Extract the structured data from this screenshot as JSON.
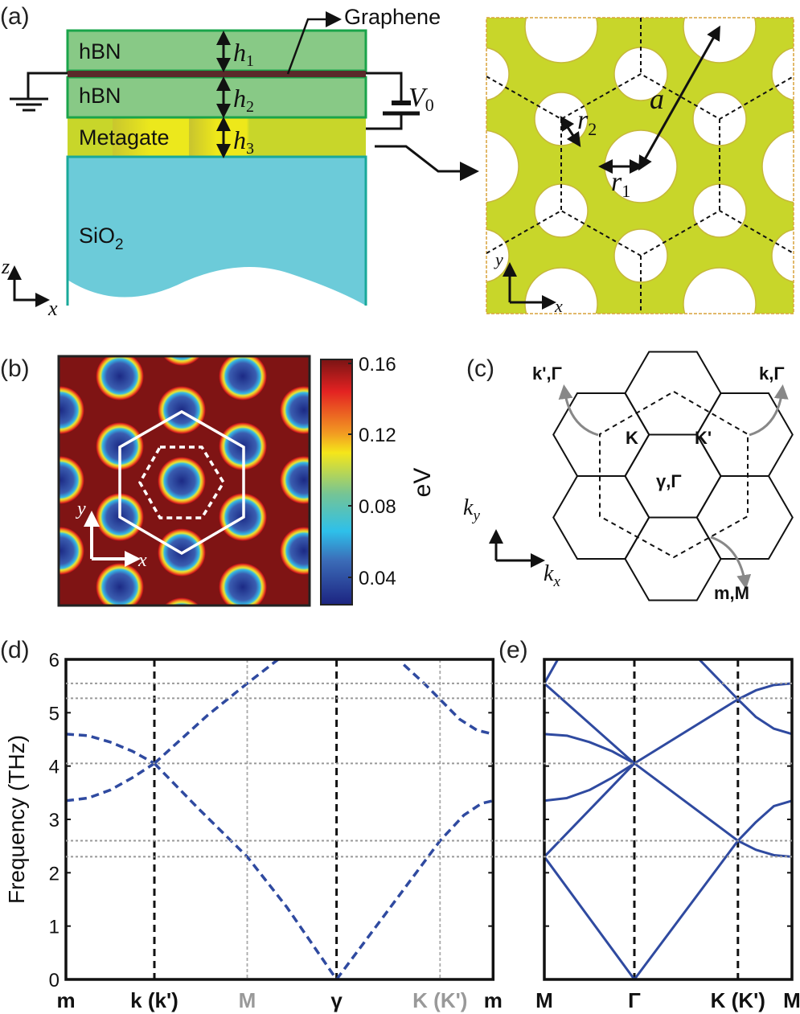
{
  "panels": {
    "a": "(a)",
    "b": "(b)",
    "c": "(c)",
    "d": "(d)",
    "e": "(e)"
  },
  "panel_a": {
    "layers": {
      "hbn_top": "hBN",
      "hbn_bottom": "hBN",
      "metagate": "Metagate",
      "substrate_base": "SiO",
      "substrate_sub": "2"
    },
    "graphene_label": "Graphene",
    "heights": [
      {
        "base": "h",
        "sub": "1"
      },
      {
        "base": "h",
        "sub": "2"
      },
      {
        "base": "h",
        "sub": "3"
      }
    ],
    "voltage": {
      "base": "V",
      "sub": "0"
    },
    "axes": {
      "z": "z",
      "x": "x"
    },
    "lattice": {
      "a": "a",
      "r1": {
        "base": "r",
        "sub": "1"
      },
      "r2": {
        "base": "r",
        "sub": "2"
      },
      "x": "x",
      "y": "y"
    },
    "colors": {
      "hbn": "#88c986",
      "hbn_border": "#1aa44a",
      "metagate": "#c8d62a",
      "sio2": "#6ccbd9",
      "graphene": "#5a2a2a"
    }
  },
  "panel_b": {
    "axes": {
      "x": "x",
      "y": "y"
    },
    "colorbar": {
      "unit": "eV",
      "ticks": [
        "0.16",
        "0.12",
        "0.08",
        "0.04"
      ],
      "range": [
        0.028,
        0.162
      ]
    }
  },
  "panel_c": {
    "labels": {
      "kp_gamma": "k',Γ",
      "k_gamma": "k,Γ",
      "K": "K",
      "Kp": "K'",
      "center": "γ,Γ",
      "m_M": "m,M"
    },
    "axes": {
      "ky_base": "k",
      "ky_sub": "y",
      "kx_base": "k",
      "kx_sub": "x"
    }
  },
  "chart_data": [
    {
      "type": "line",
      "panel": "d",
      "ylabel": "Frequency (THz)",
      "ylim": [
        0,
        6
      ],
      "yticks": [
        "0",
        "1",
        "2",
        "3",
        "4",
        "5",
        "6"
      ],
      "xlim": [
        0,
        4.83
      ],
      "xticks": [
        {
          "label": "m",
          "x": 0,
          "color": "#111111",
          "line": "none"
        },
        {
          "label": "k (k')",
          "x": 1,
          "color": "#111111",
          "line": "black-dashed"
        },
        {
          "label": "M",
          "x": 2.05,
          "color": "#999999",
          "line": "gray-dashed"
        },
        {
          "label": "γ",
          "x": 3.06,
          "color": "#111111",
          "line": "black-dashed"
        },
        {
          "label": "K (K')",
          "x": 4.23,
          "color": "#999999",
          "line": "gray-dashed"
        },
        {
          "label": "m",
          "x": 4.83,
          "color": "#111111",
          "line": "none"
        }
      ],
      "line_style": "dashed",
      "color": "#2f4aa0",
      "series": [
        {
          "name": "band-1",
          "points": [
            [
              0,
              4.6
            ],
            [
              0.25,
              4.57
            ],
            [
              0.5,
              4.45
            ],
            [
              0.75,
              4.28
            ],
            [
              1,
              4.05
            ]
          ]
        },
        {
          "name": "band-2",
          "points": [
            [
              0,
              3.35
            ],
            [
              0.25,
              3.4
            ],
            [
              0.5,
              3.55
            ],
            [
              0.75,
              3.78
            ],
            [
              1,
              4.05
            ]
          ]
        },
        {
          "name": "band-3",
          "points": [
            [
              1,
              4.05
            ],
            [
              1.3,
              4.5
            ],
            [
              1.6,
              4.95
            ],
            [
              2.05,
              5.55
            ],
            [
              2.4,
              6.0
            ]
          ]
        },
        {
          "name": "band-4",
          "points": [
            [
              1,
              4.05
            ],
            [
              1.5,
              3.2
            ],
            [
              2.05,
              2.3
            ],
            [
              2.5,
              1.35
            ],
            [
              3.06,
              0
            ]
          ]
        },
        {
          "name": "band-5",
          "points": [
            [
              3.06,
              0
            ],
            [
              3.6,
              1.2
            ],
            [
              4.23,
              2.6
            ],
            [
              4.5,
              3.08
            ],
            [
              4.7,
              3.3
            ],
            [
              4.83,
              3.35
            ]
          ]
        },
        {
          "name": "band-6",
          "points": [
            [
              3.82,
              5.9
            ],
            [
              4.05,
              5.55
            ],
            [
              4.23,
              5.25
            ],
            [
              4.45,
              4.88
            ],
            [
              4.65,
              4.67
            ],
            [
              4.83,
              4.6
            ]
          ]
        }
      ],
      "reference_lines": [
        5.55,
        5.27,
        4.05,
        2.6,
        2.3
      ]
    },
    {
      "type": "line",
      "panel": "e",
      "ylim": [
        0,
        6
      ],
      "xlim": [
        0,
        2.75
      ],
      "xticks": [
        {
          "label": "M",
          "x": 0,
          "color": "#111111",
          "line": "none"
        },
        {
          "label": "Γ",
          "x": 1,
          "color": "#111111",
          "line": "black-dashed"
        },
        {
          "label": "K (K')",
          "x": 2.15,
          "color": "#111111",
          "line": "black-dashed"
        },
        {
          "label": "M",
          "x": 2.75,
          "color": "#111111",
          "line": "none"
        }
      ],
      "line_style": "solid",
      "color": "#2f4aa0",
      "series": [
        {
          "name": "band-1",
          "points": [
            [
              0,
              2.3
            ],
            [
              1,
              0
            ],
            [
              2.15,
              2.6
            ],
            [
              2.35,
              2.95
            ],
            [
              2.55,
              3.25
            ],
            [
              2.75,
              3.35
            ]
          ]
        },
        {
          "name": "band-2",
          "points": [
            [
              0,
              2.3
            ],
            [
              1,
              4.05
            ],
            [
              2.15,
              5.25
            ],
            [
              2.35,
              5.42
            ],
            [
              2.55,
              5.52
            ],
            [
              2.75,
              5.55
            ]
          ]
        },
        {
          "name": "band-3",
          "points": [
            [
              0,
              5.55
            ],
            [
              1,
              4.05
            ],
            [
              2.15,
              2.6
            ],
            [
              2.35,
              2.43
            ],
            [
              2.55,
              2.33
            ],
            [
              2.75,
              2.3
            ]
          ]
        },
        {
          "name": "band-4",
          "points": [
            [
              0,
              4.6
            ],
            [
              0.25,
              4.57
            ],
            [
              0.5,
              4.45
            ],
            [
              0.75,
              4.28
            ],
            [
              1,
              4.05
            ]
          ]
        },
        {
          "name": "band-5",
          "points": [
            [
              0,
              3.35
            ],
            [
              0.25,
              3.4
            ],
            [
              0.5,
              3.55
            ],
            [
              0.75,
              3.78
            ],
            [
              1,
              4.05
            ]
          ]
        },
        {
          "name": "band-6",
          "points": [
            [
              0,
              5.55
            ],
            [
              0.15,
              6.0
            ]
          ]
        },
        {
          "name": "band-7",
          "points": [
            [
              1.72,
              6.0
            ],
            [
              2.15,
              5.25
            ],
            [
              2.35,
              4.92
            ],
            [
              2.55,
              4.7
            ],
            [
              2.75,
              4.6
            ]
          ]
        }
      ],
      "reference_lines": [
        5.55,
        5.27,
        4.05,
        2.6,
        2.3
      ]
    }
  ]
}
